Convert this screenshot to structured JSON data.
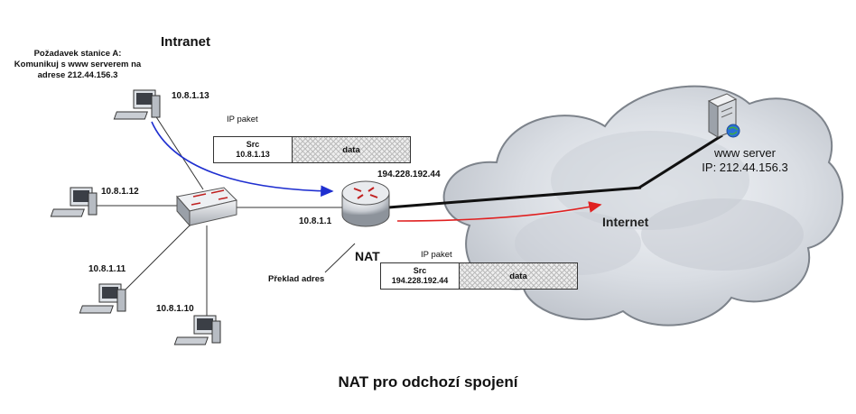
{
  "intranet_label": "Intranet",
  "request_text": [
    "Požadavek stanice A:",
    "Komunikuj s www serverem na",
    "adrese 212.44.156.3"
  ],
  "hosts": {
    "a": "10.8.1.13",
    "b": "10.8.1.12",
    "c": "10.8.1.11",
    "d": "10.8.1.10"
  },
  "router": {
    "public_ip": "194.228.192.44",
    "private_ip": "10.8.1.1",
    "label": "NAT",
    "translation_label": "Překlad adres"
  },
  "packet_inside": {
    "caption": "IP paket",
    "src_label": "Src",
    "src_value": "10.8.1.13",
    "data_label": "data"
  },
  "packet_outside": {
    "caption": "IP paket",
    "src_label": "Src",
    "src_value": "194.228.192.44",
    "data_label": "data"
  },
  "internet_label": "Internet",
  "server": {
    "name": "www server",
    "ip_line": "IP: 212.44.156.3"
  },
  "caption": "NAT pro odchozí spojení",
  "colors": {
    "inside_flow": "#1f2fd0",
    "outside_flow": "#e02020",
    "link": "#111111",
    "cloud": "#d9dde3"
  }
}
